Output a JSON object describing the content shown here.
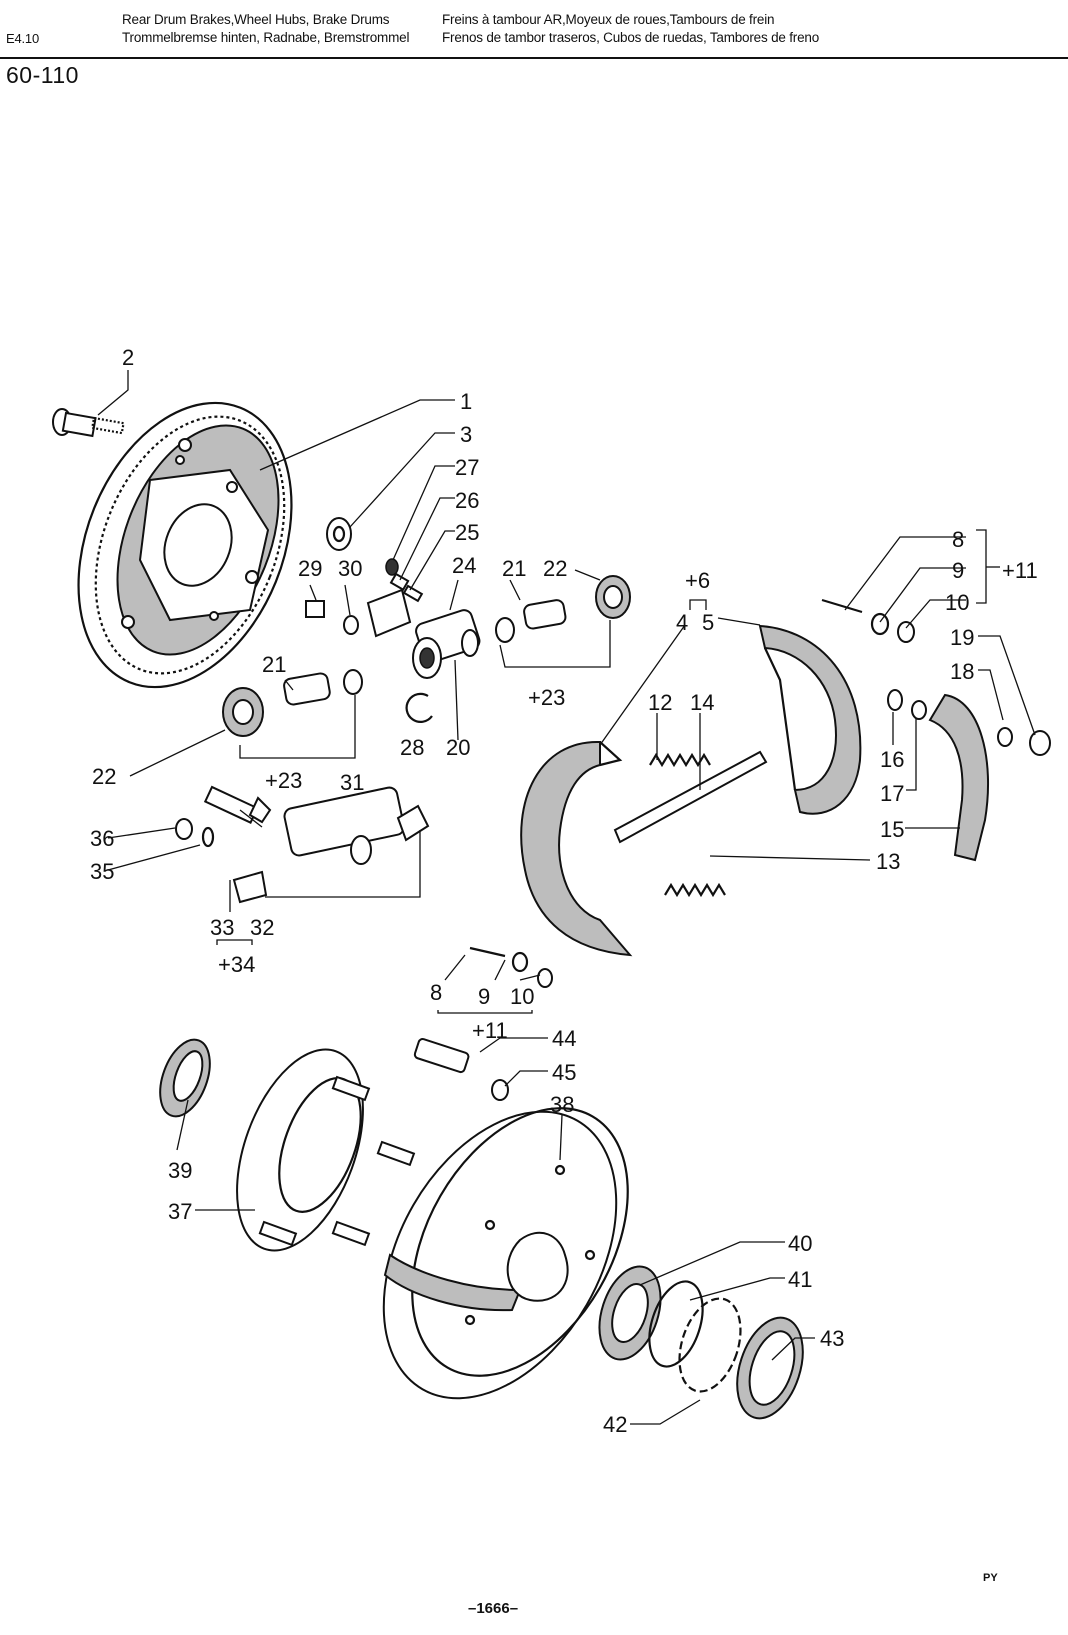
{
  "header": {
    "section": "E4.10",
    "title_en": "Rear Drum Brakes,Wheel Hubs, Brake Drums",
    "title_de": "Trommelbremse hinten, Radnabe, Bremstrommel",
    "title_fr": "Freins à tambour AR,Moyeux de roues,Tambours de frein",
    "title_es": "Frenos de tambor traseros, Cubos de ruedas, Tambores de freno"
  },
  "figure_number": "60-110",
  "callouts": {
    "c1": "1",
    "c2": "2",
    "c3": "3",
    "c4": "4",
    "c5": "5",
    "c6": "+6",
    "c8a": "8",
    "c9a": "9",
    "c10a": "10",
    "c11a": "+11",
    "c8b": "8",
    "c9b": "9",
    "c10b": "10",
    "c11b": "+11",
    "c12": "12",
    "c13": "13",
    "c14": "14",
    "c15": "15",
    "c16": "16",
    "c17": "17",
    "c18": "18",
    "c19": "19",
    "c20": "20",
    "c21a": "21",
    "c21b": "21",
    "c22a": "22",
    "c22b": "22",
    "c23a": "+23",
    "c23b": "+23",
    "c24": "24",
    "c25": "25",
    "c26": "26",
    "c27": "27",
    "c28": "28",
    "c29": "29",
    "c30": "30",
    "c31": "31",
    "c32": "32",
    "c33": "33",
    "c34": "+34",
    "c35": "35",
    "c36": "36",
    "c37": "37",
    "c38": "38",
    "c39": "39",
    "c40": "40",
    "c41": "41",
    "c42": "42",
    "c43": "43",
    "c44": "44",
    "c45": "45"
  },
  "page_number": "–1666–",
  "footer_code": "PY"
}
